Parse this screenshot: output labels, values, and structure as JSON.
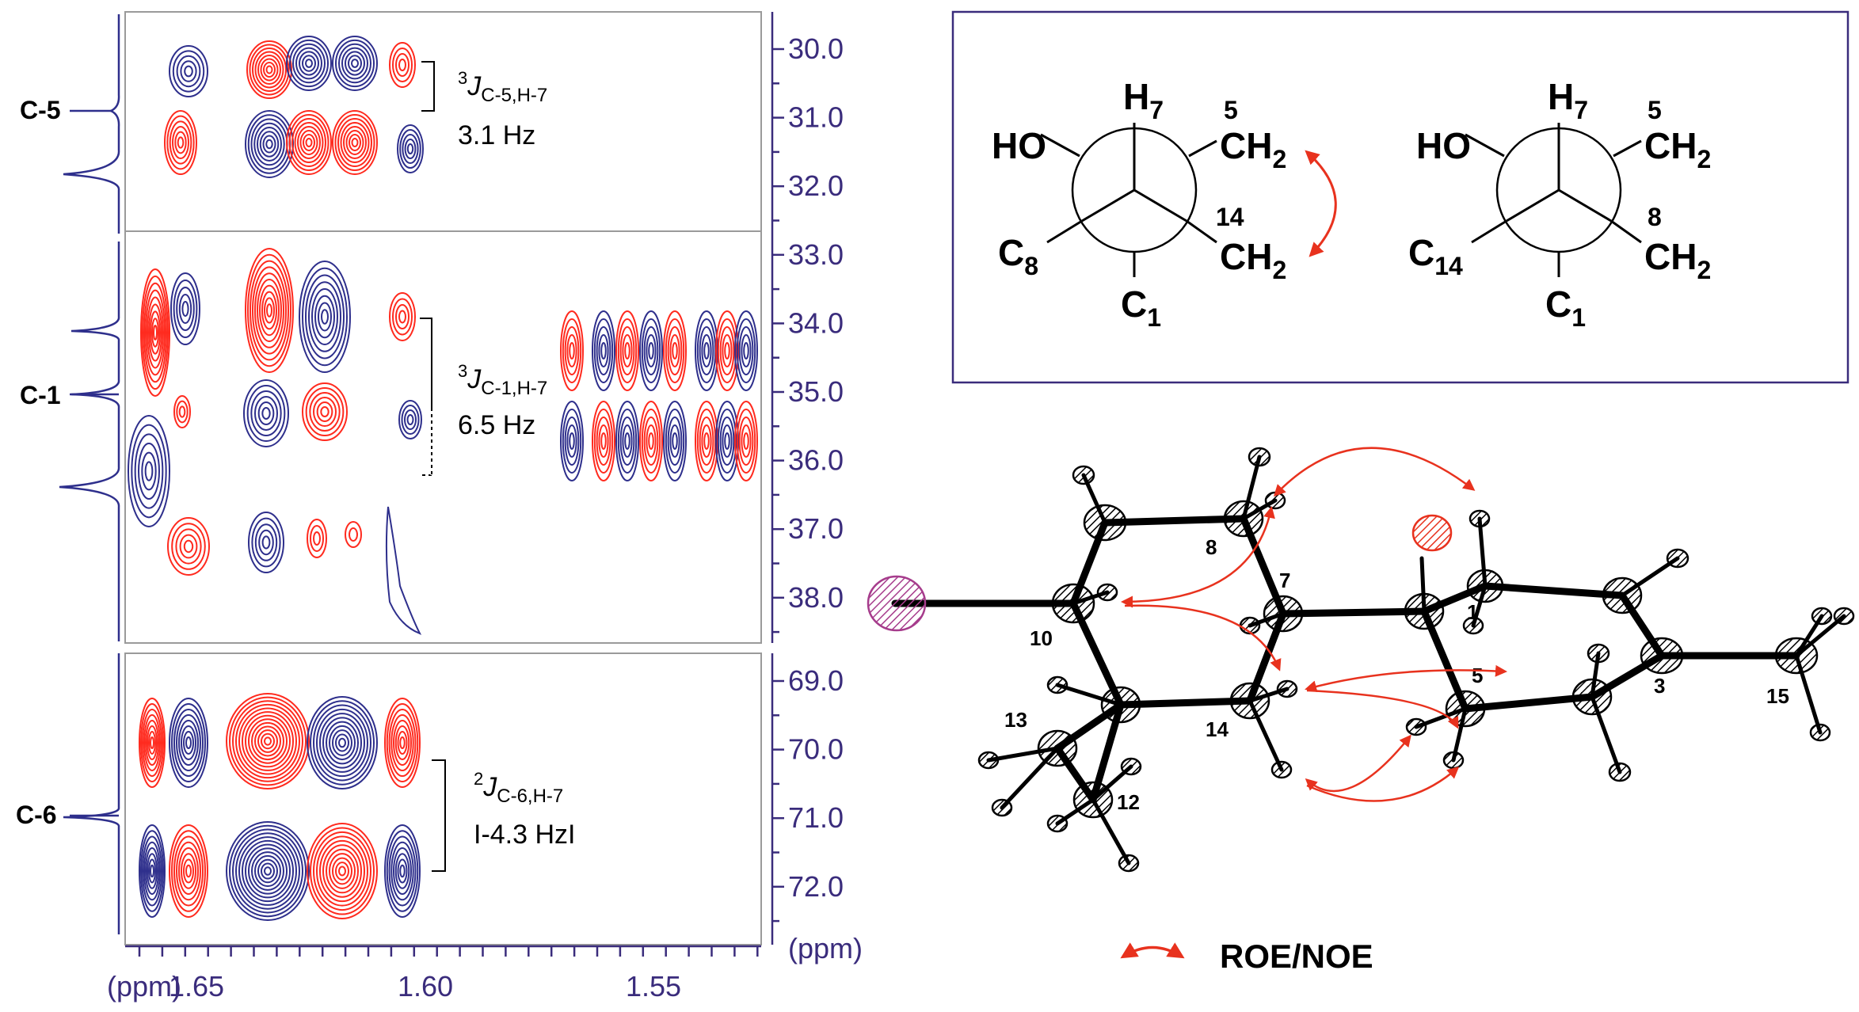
{
  "carbon_labels": {
    "c5": "C-5",
    "c1": "C-1",
    "c6": "C-6"
  },
  "y_axis": {
    "unit": "(ppm)",
    "ticks_top": [
      "30.0",
      "31.0",
      "32.0",
      "33.0",
      "34.0",
      "35.0",
      "36.0",
      "37.0",
      "38.0"
    ],
    "ticks_bottom": [
      "69.0",
      "70.0",
      "71.0",
      "72.0"
    ]
  },
  "x_axis": {
    "unit": "(ppm)",
    "ticks": [
      "1.65",
      "1.60",
      "1.55"
    ]
  },
  "couplings": {
    "c5": {
      "sup": "3",
      "sym": "J",
      "sub": "C-5,H-7",
      "value": "3.1 Hz"
    },
    "c1": {
      "sup": "3",
      "sym": "J",
      "sub": "C-1,H-7",
      "value": "6.5 Hz"
    },
    "c6": {
      "sup": "2",
      "sym": "J",
      "sub": "C-6,H-7",
      "value": "I-4.3 HzI"
    }
  },
  "newman": {
    "left": {
      "top": "H",
      "top_sub": "7",
      "left": "HO",
      "right_top_num": "5",
      "right_top": "CH",
      "right_top_sub": "2",
      "right_bot_num": "14",
      "right_bot": "CH",
      "right_bot_sub": "2",
      "left_bot": "C",
      "left_bot_sub": "8",
      "bottom": "C",
      "bottom_sub": "1"
    },
    "right": {
      "top": "H",
      "top_sub": "7",
      "left": "HO",
      "right_top_num": "5",
      "right_top": "CH",
      "right_top_sub": "2",
      "right_bot_num": "8",
      "right_bot": "CH",
      "right_bot_sub": "2",
      "left_bot": "C",
      "left_bot_sub": "14",
      "bottom": "C",
      "bottom_sub": "1"
    }
  },
  "atom_labels": {
    "a10": "10",
    "a8": "8",
    "a7": "7",
    "a1": "1",
    "a13": "13",
    "a14": "14",
    "a5": "5",
    "a3": "3",
    "a15": "15",
    "a12": "12"
  },
  "legend": {
    "label": "ROE/NOE"
  },
  "colors": {
    "positive": "#ff2a1e",
    "negative": "#2e2f8c",
    "axis": "#3a2c7c",
    "arrow": "#e8321e",
    "atom_o": "#e8321e",
    "atom_cl": "#a63c8c"
  }
}
